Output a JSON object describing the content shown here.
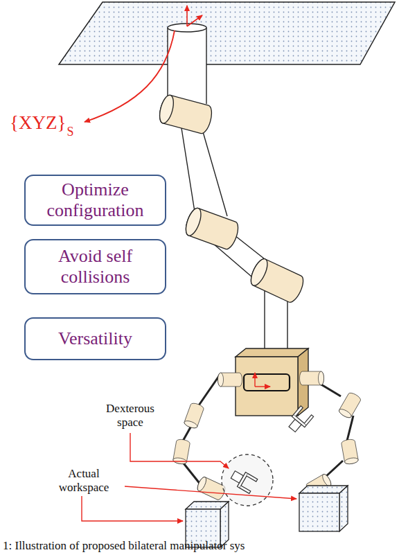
{
  "diagram": {
    "caption": "1: Illustration of proposed bilateral manipulator sys",
    "nodes": [
      {
        "text": [
          "Optimize configuration"
        ]
      },
      {
        "text": [
          "Avoid self collisions"
        ]
      },
      {
        "text": [
          "Versatility"
        ]
      }
    ],
    "labels": [
      "{XYZ}",
      "S",
      "Dexterous space",
      "Actual workspace"
    ]
  }
}
